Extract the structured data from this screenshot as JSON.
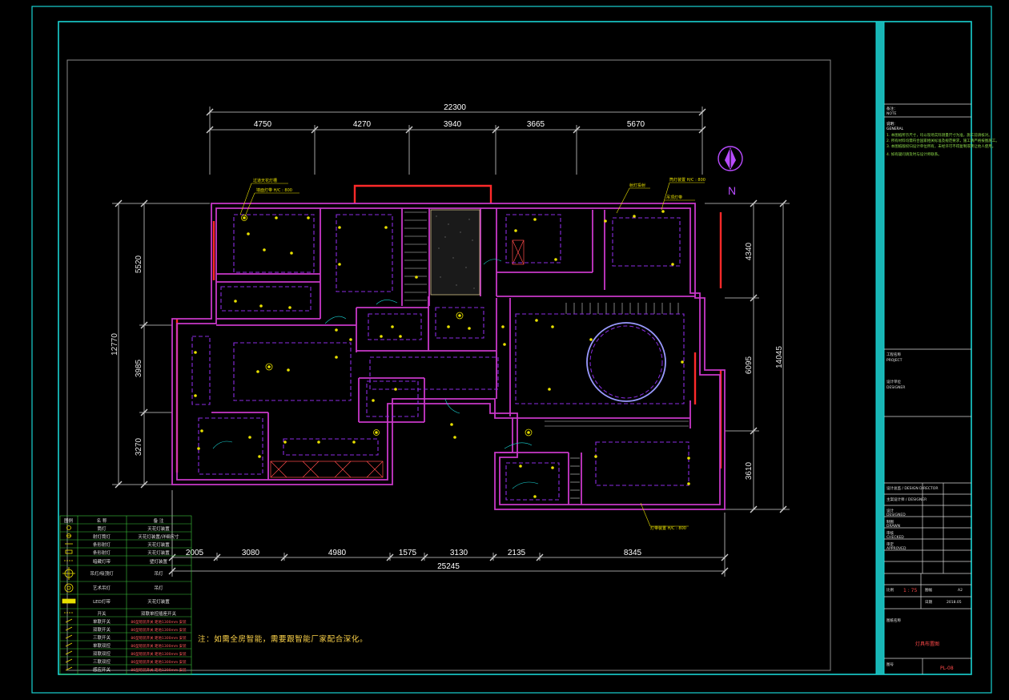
{
  "colors": {
    "frame": "#19d3d3",
    "wall": "#c838c8",
    "window": "#ff2a2a",
    "ceiling": "#8a2be2",
    "fixture": "#e8e000",
    "dimension": "#cfcfcf",
    "legend_line": "#3cc83c"
  },
  "drawing": {
    "top_total": "22300",
    "top_segments": [
      "4750",
      "4270",
      "3940",
      "3665",
      "5670"
    ],
    "bottom_total": "25245",
    "bottom_segments": [
      "2005",
      "3080",
      "4980",
      "1575",
      "3130",
      "2135",
      "8345"
    ],
    "left_total": "12770",
    "left_segments": [
      "5520",
      "3985",
      "3270"
    ],
    "right_total": "14045",
    "right_segments": [
      "4340",
      "6095",
      "3610"
    ],
    "north_label": "N",
    "annotations": {
      "top_left_a": "过道天花灯槽",
      "top_left_b": "墙面灯带 H/C : 800",
      "top_mid": "射灯投射",
      "top_right_a": "筒灯装置 H/C : 800",
      "top_right_b": "吊顶灯带",
      "bottom_right": "灯带装置 H/C : 800"
    },
    "note": "注：如需全房智能，需要跟智能厂家配合深化。"
  },
  "legend": {
    "header": [
      "图例",
      "名 称",
      "备 注"
    ],
    "rows": [
      {
        "name": "筒灯",
        "remark": "天花灯装置"
      },
      {
        "name": "射灯筒灯",
        "remark": "天花灯装置/详细尺寸"
      },
      {
        "name": "条形射灯",
        "remark": "天花灯装置"
      },
      {
        "name": "条形射灯",
        "remark": "天花灯装置"
      },
      {
        "name": "暗藏灯带",
        "remark": "壁灯装置"
      },
      {
        "name": "吊灯/吸顶灯",
        "remark": "吊灯"
      },
      {
        "name": "艺术吊灯",
        "remark": "吊灯"
      },
      {
        "name": "LED灯带",
        "remark": "天花灯装置"
      },
      {
        "name": "开关",
        "remark": "双联单控插座开关"
      },
      {
        "name": "单联开关",
        "remark": "86型暗装开关 距地1300mm 安装"
      },
      {
        "name": "双联开关",
        "remark": "86型暗装开关 距地1300mm 安装"
      },
      {
        "name": "三联开关",
        "remark": "86型暗装开关 距地1300mm 安装"
      },
      {
        "name": "单联双控",
        "remark": "86型暗装开关 距地1300mm 安装"
      },
      {
        "name": "双联双控",
        "remark": "86型暗装开关 距地1300mm 安装"
      },
      {
        "name": "三联双控",
        "remark": "86型暗装开关 距地1300mm 安装"
      },
      {
        "name": "感应开关",
        "remark": "86型暗装开关 距地1300mm 安装"
      }
    ]
  },
  "title_block": {
    "top_label": "备注：",
    "top_value": "NOTE",
    "notes_heading": "说明：",
    "notes_sub": "GENERAL",
    "note_lines": [
      "1. 本图纸所示尺寸，均以现场实际测量尺寸为准，施工前请核对。",
      "2. 所有材料均需符合国家相关标准及规范要求，施工请严格按图施工。",
      "3. 本图纸版权归设计单位所有，未经许可不得复制或转让他人使用。",
      "4. 如有疑问请及时与设计师联系。"
    ],
    "client_label": "工程名称",
    "client_sub": "PROJECT",
    "designer_label": "设计单位",
    "designer_sub": "DESIGNER",
    "rows": [
      "设计总监 / DESIGN DIRECTOR",
      "主案设计师 / DESIGNER",
      "设计",
      "DESIGNED",
      "制图",
      "DRAWN",
      "审核",
      "CHECKED",
      "审定",
      "APPROVED"
    ],
    "scale_label": "比例",
    "scale_value": "1 : 75",
    "size_label": "图幅",
    "size_value": "A2",
    "date_label": "日期",
    "date_value": "2018.05",
    "drawing_title_label": "图纸名称",
    "drawing_title": "灯具布置图",
    "drawing_no_label": "图号",
    "drawing_no": "PL-08"
  }
}
